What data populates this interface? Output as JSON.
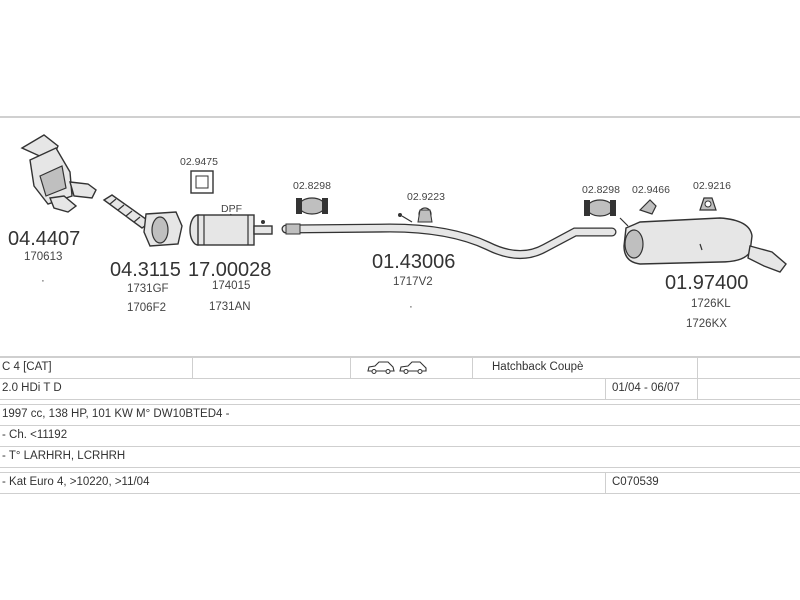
{
  "parts": {
    "catalyst_front": {
      "number": "04.4407",
      "refs": [
        "170613"
      ]
    },
    "catalyst": {
      "number": "04.3115",
      "refs": [
        "1731GF",
        "1706F2"
      ]
    },
    "dpf": {
      "number": "17.00028",
      "label": "DPF",
      "refs": [
        "174015",
        "1731AN"
      ]
    },
    "middle_pipe": {
      "number": "01.43006",
      "refs": [
        "1717V2"
      ]
    },
    "rear_silencer": {
      "number": "01.97400",
      "refs": [
        "1726KL",
        "1726KX"
      ]
    },
    "gasket": {
      "number": "02.9475"
    },
    "clamp_1": {
      "number": "02.8298"
    },
    "rubber_mount_1": {
      "number": "02.9223"
    },
    "clamp_2": {
      "number": "02.8298"
    },
    "rubber_mount_2": {
      "number": "02.9466"
    },
    "rubber_mount_3": {
      "number": "02.9216"
    }
  },
  "vehicle": {
    "model": "C 4  [CAT]",
    "body_type": "Hatchback Coupè",
    "engine": "2.0 HDi T D",
    "years": "01/04 - 06/07",
    "specs": "1997 cc, 138 HP, 101 KW M° DW10BTED4 -",
    "chassis": "- Ch. <11192",
    "type": "- T° LARHRH, LCRHRH",
    "emission": "- Kat Euro 4, >10220, >11/04",
    "code": "C070539"
  },
  "icons": [
    "car-hatchback-icon",
    "car-coupe-icon"
  ]
}
